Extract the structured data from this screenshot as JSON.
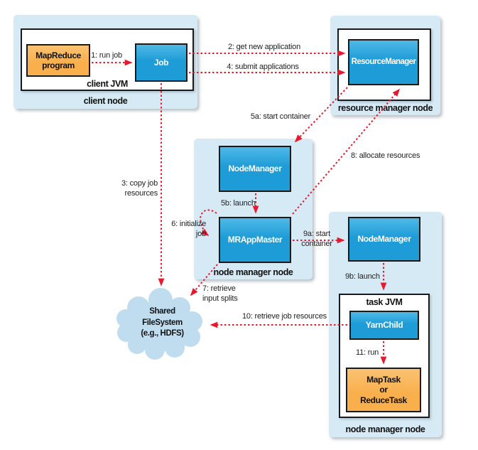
{
  "colors": {
    "node_bg": "#D6EAF6",
    "box_blue": "#1E9CD7",
    "box_blue_light": "#4FB9E7",
    "box_orange": "#F9AF4B",
    "box_orange_light": "#FBC272",
    "arrow_red": "#E8192C",
    "cloud_fill": "#BFDDEF"
  },
  "nodes": {
    "client_node": {
      "label": "client node"
    },
    "client_jvm": {
      "label": "client JVM"
    },
    "resource_manager_node": {
      "label": "resource manager node"
    },
    "node_manager_node_center": {
      "label": "node manager node"
    },
    "node_manager_node_task": {
      "label": "node manager node"
    },
    "task_jvm": {
      "label": "task JVM"
    }
  },
  "components": {
    "mapreduce_program": {
      "label": "MapReduce\nprogram"
    },
    "job": {
      "label": "Job"
    },
    "resource_manager": {
      "label": "ResourceManager"
    },
    "node_manager_center": {
      "label": "NodeManager"
    },
    "mr_app_master": {
      "label": "MRAppMaster"
    },
    "node_manager_task": {
      "label": "NodeManager"
    },
    "yarn_child": {
      "label": "YarnChild"
    },
    "map_or_reduce_task": {
      "label": "MapTask\nor\nReduceTask"
    },
    "shared_filesystem": {
      "label": "Shared\nFileSystem\n(e.g., HDFS)"
    }
  },
  "steps": {
    "s1": "1: run job",
    "s2": "2: get new application",
    "s3": "3: copy job\nresources",
    "s4": "4: submit applications",
    "s5a": "5a: start container",
    "s5b": "5b: launch",
    "s6": "6: initialize\njob",
    "s7": "7: retrieve\ninput splits",
    "s8": "8: allocate resources",
    "s9a": "9a: start\ncontainer",
    "s9b": "9b: launch",
    "s10": "10: retrieve job resources",
    "s11": "11: run"
  }
}
